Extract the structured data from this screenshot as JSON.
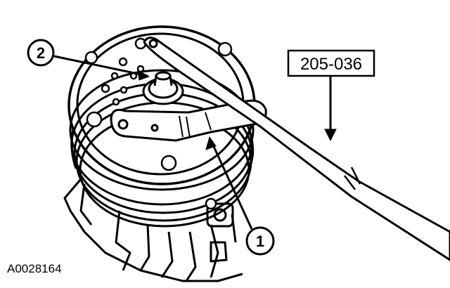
{
  "callouts": {
    "one": "1",
    "two": "2"
  },
  "tool_label": "205-036",
  "figure_id": "A0028164"
}
